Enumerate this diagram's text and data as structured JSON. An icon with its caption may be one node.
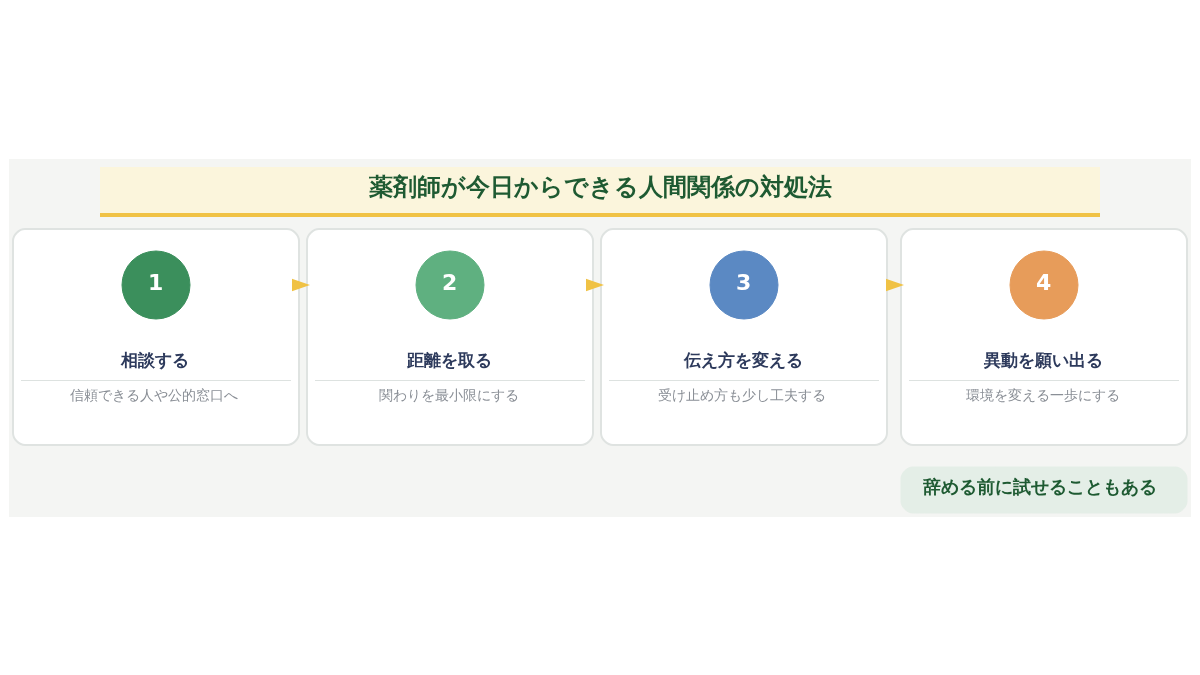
{
  "diagram": {
    "title": "薬剤師が今日からできる人間関係の対処法",
    "nodes": [
      {
        "text": [
          "相談する",
          "信頼できる人や公的窓口へ"
        ]
      },
      {
        "text": [
          "1"
        ],
        "in": 0
      },
      {
        "text": [
          "距離を取る",
          "関わりを最小限にする"
        ]
      },
      {
        "text": [
          "2"
        ],
        "in": 2
      },
      {
        "text": [
          "伝え方を変える",
          "受け止め方も少し工夫する"
        ]
      },
      {
        "text": [
          "3"
        ],
        "in": 4
      },
      {
        "text": [
          "異動を願い出る",
          "環境を変える一歩にする"
        ]
      },
      {
        "text": [
          "4"
        ],
        "in": 6
      },
      {
        "text": [
          "辞める前に試せることもある"
        ]
      }
    ],
    "edges": [
      {
        "from": 0,
        "to": 2,
        "arrow": "to"
      },
      {
        "from": 2,
        "to": 4,
        "arrow": "to"
      },
      {
        "from": 4,
        "to": 6,
        "arrow": "to"
      }
    ]
  }
}
